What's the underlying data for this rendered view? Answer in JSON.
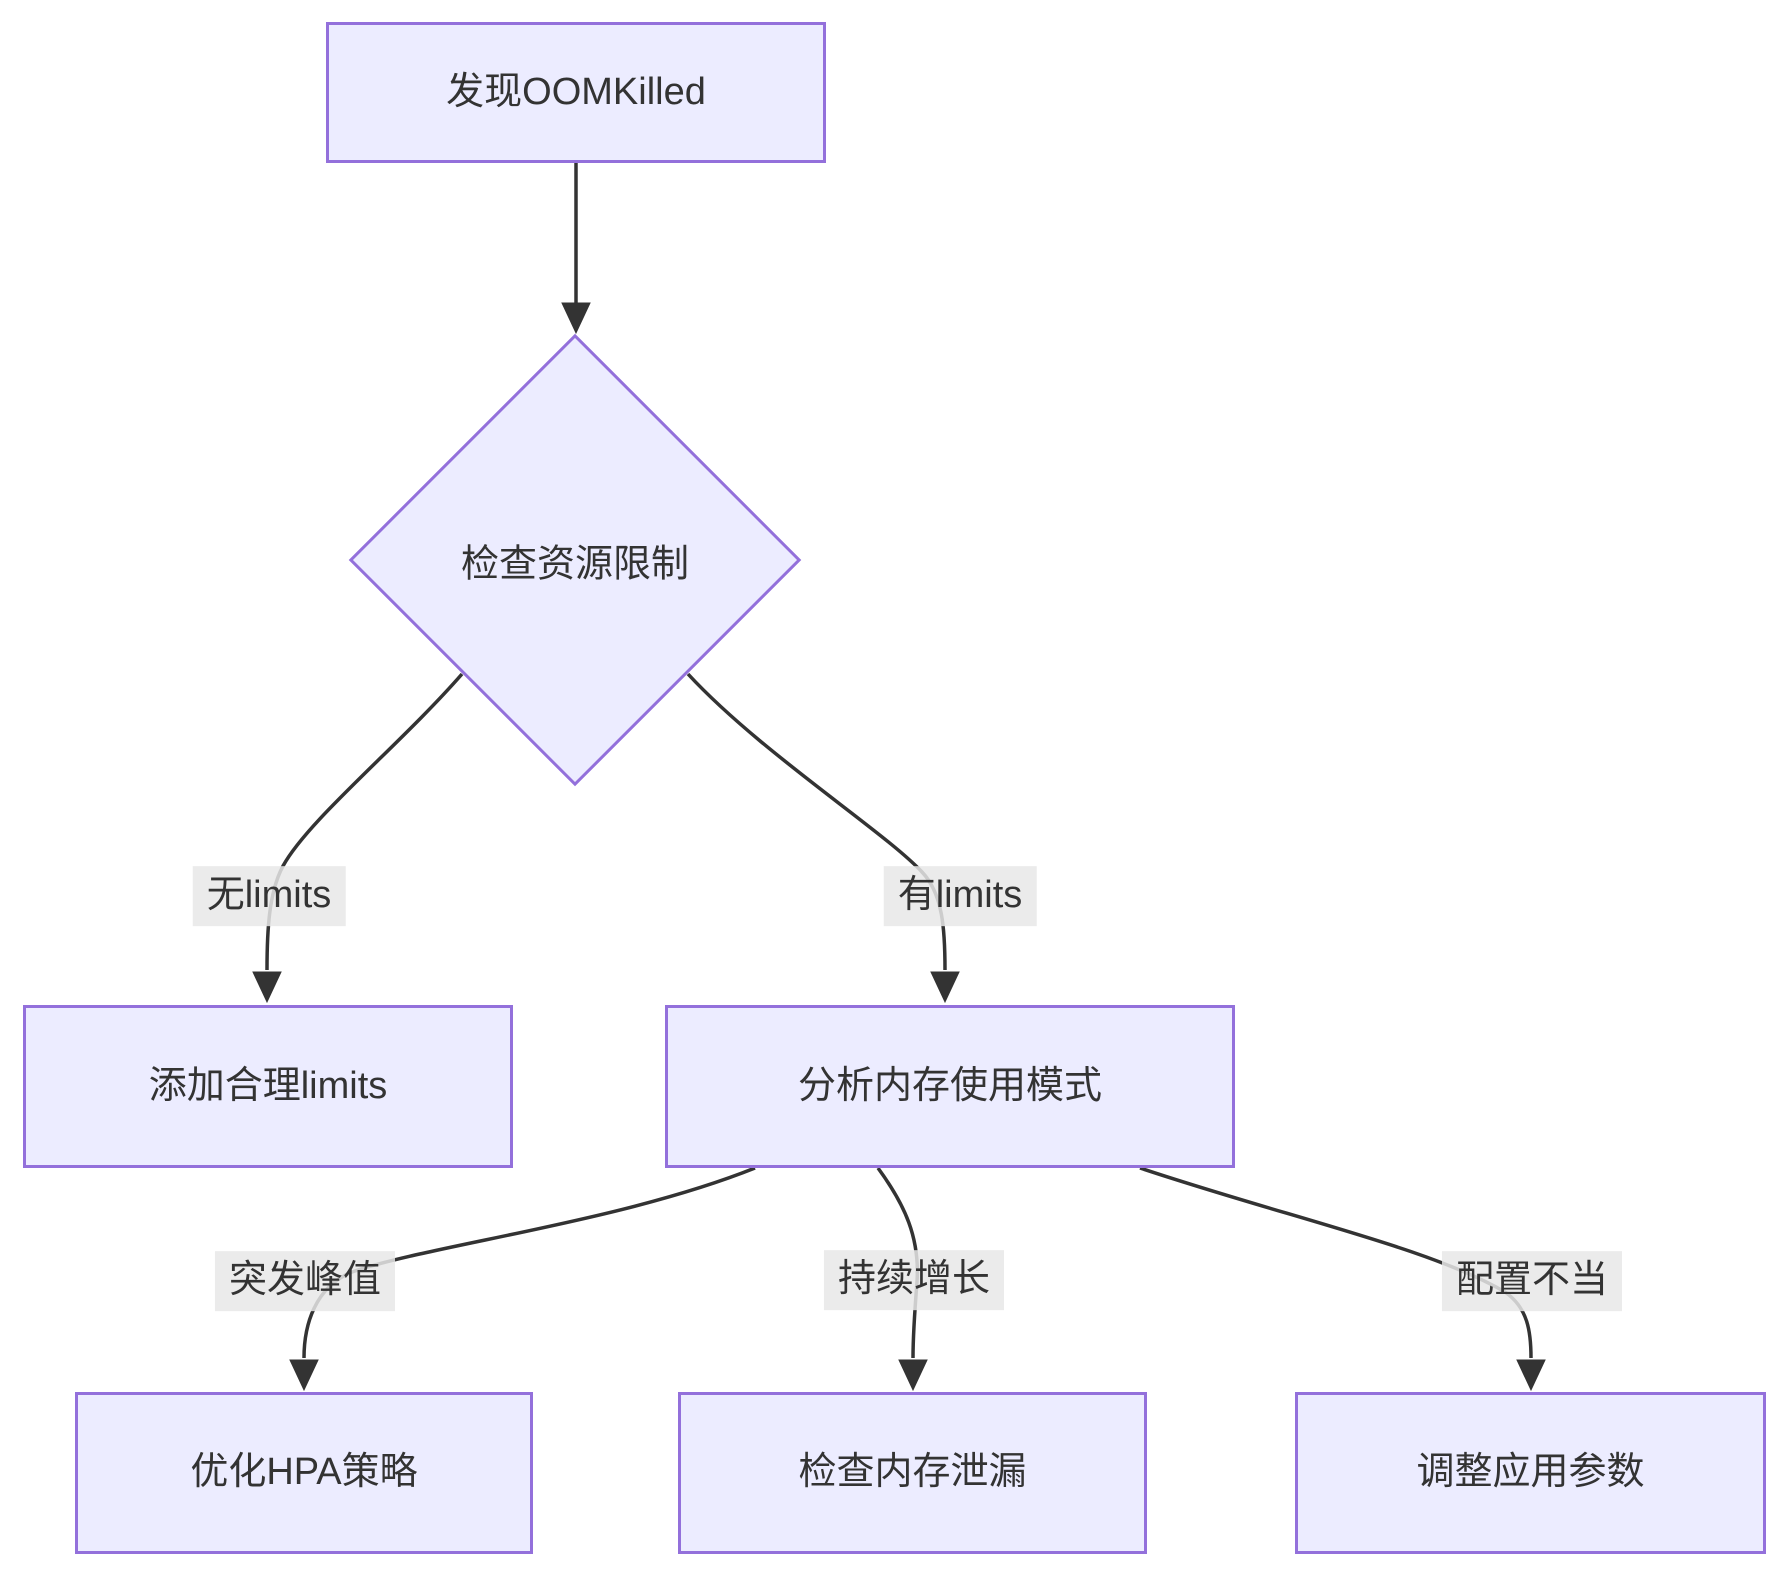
{
  "diagram": {
    "type": "flowchart",
    "direction": "top-down",
    "nodes": {
      "start": {
        "label": "发现OOMKilled",
        "shape": "rect"
      },
      "decision": {
        "label": "检查资源限制",
        "shape": "diamond"
      },
      "add_limits": {
        "label": "添加合理limits",
        "shape": "rect"
      },
      "analyze": {
        "label": "分析内存使用模式",
        "shape": "rect"
      },
      "optimize_hpa": {
        "label": "优化HPA策略",
        "shape": "rect"
      },
      "check_leak": {
        "label": "检查内存泄漏",
        "shape": "rect"
      },
      "adjust_params": {
        "label": "调整应用参数",
        "shape": "rect"
      }
    },
    "edges": [
      {
        "from": "start",
        "to": "decision",
        "label": ""
      },
      {
        "from": "decision",
        "to": "add_limits",
        "label": "无limits"
      },
      {
        "from": "decision",
        "to": "analyze",
        "label": "有limits"
      },
      {
        "from": "analyze",
        "to": "optimize_hpa",
        "label": "突发峰值"
      },
      {
        "from": "analyze",
        "to": "check_leak",
        "label": "持续增长"
      },
      {
        "from": "analyze",
        "to": "adjust_params",
        "label": "配置不当"
      }
    ],
    "colors": {
      "node_fill": "#ECECFF",
      "node_border": "#9370DB",
      "edge_stroke": "#333333",
      "edge_label_bg": "#e8e8e8",
      "text": "#333333",
      "background": "#ffffff"
    }
  }
}
